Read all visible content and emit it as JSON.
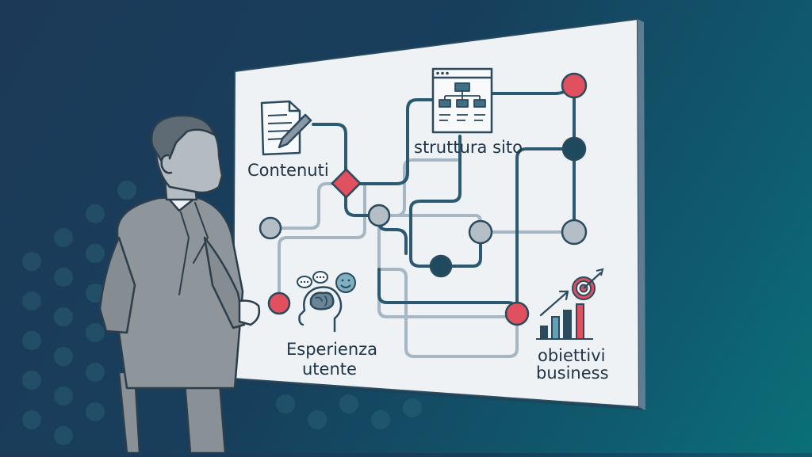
{
  "diagram": {
    "labels": {
      "contenuti": "Contenuti",
      "struttura": "struttura sito",
      "esperienza_line1": "Esperienza",
      "esperienza_line2": "utente",
      "obiettivi_line1": "obiettivi",
      "obiettivi_line2": "business"
    },
    "colors": {
      "background_dark": "#1c3a58",
      "background_teal": "#0a7078",
      "board": "#eef2f5",
      "line_dark": "#2b5a70",
      "line_light": "#a6b6c2",
      "node_red": "#e0505e",
      "node_dark": "#1f4a5e",
      "node_gray": "#b4bec7",
      "suit": "#8f969b"
    },
    "icons": [
      "document-pencil-icon",
      "sitemap-window-icon",
      "head-brain-icon",
      "chat-bubbles-icon",
      "smiley-icon",
      "target-icon",
      "growth-bar-chart-icon",
      "upward-arrow-icon"
    ]
  }
}
